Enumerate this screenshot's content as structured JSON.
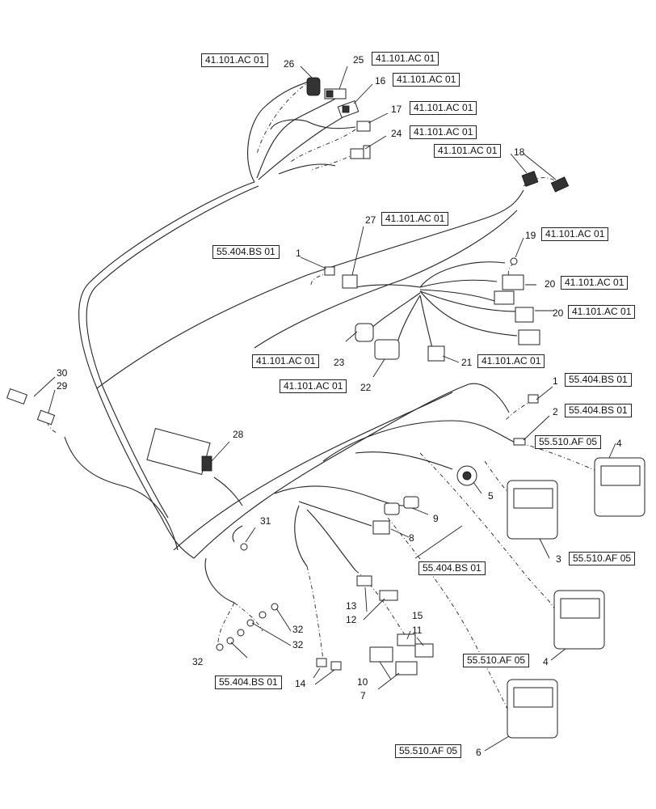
{
  "callouts": {
    "n1a": "1",
    "n1b": "1",
    "n2": "2",
    "n3": "3",
    "n4a": "4",
    "n4b": "4",
    "n5": "5",
    "n6": "6",
    "n7": "7",
    "n8": "8",
    "n9": "9",
    "n10": "10",
    "n11": "11",
    "n12": "12",
    "n13": "13",
    "n14": "14",
    "n15": "15",
    "n16": "16",
    "n17": "17",
    "n18": "18",
    "n19": "19",
    "n20a": "20",
    "n20b": "20",
    "n21": "21",
    "n22": "22",
    "n23": "23",
    "n24": "24",
    "n25": "25",
    "n26": "26",
    "n27": "27",
    "n28": "28",
    "n29": "29",
    "n30": "30",
    "n31": "31",
    "n32a": "32",
    "n32b": "32",
    "n32c": "32"
  },
  "references": {
    "r26": "41.101.AC 01",
    "r25": "41.101.AC 01",
    "r16": "41.101.AC 01",
    "r17": "41.101.AC 01",
    "r24": "41.101.AC 01",
    "r18": "41.101.AC 01",
    "r27": "41.101.AC 01",
    "r1a": "55.404.BS 01",
    "r19": "41.101.AC 01",
    "r20a": "41.101.AC 01",
    "r20b": "41.101.AC 01",
    "r23": "41.101.AC 01",
    "r21": "41.101.AC 01",
    "r22": "41.101.AC 01",
    "r1b": "55.404.BS 01",
    "r2": "55.404.BS 01",
    "r4a": "55.510.AF 05",
    "r3": "55.510.AF 05",
    "r8": "55.404.BS 01",
    "r4b": "55.510.AF 05",
    "r14": "55.404.BS 01",
    "r6": "55.510.AF 05"
  }
}
